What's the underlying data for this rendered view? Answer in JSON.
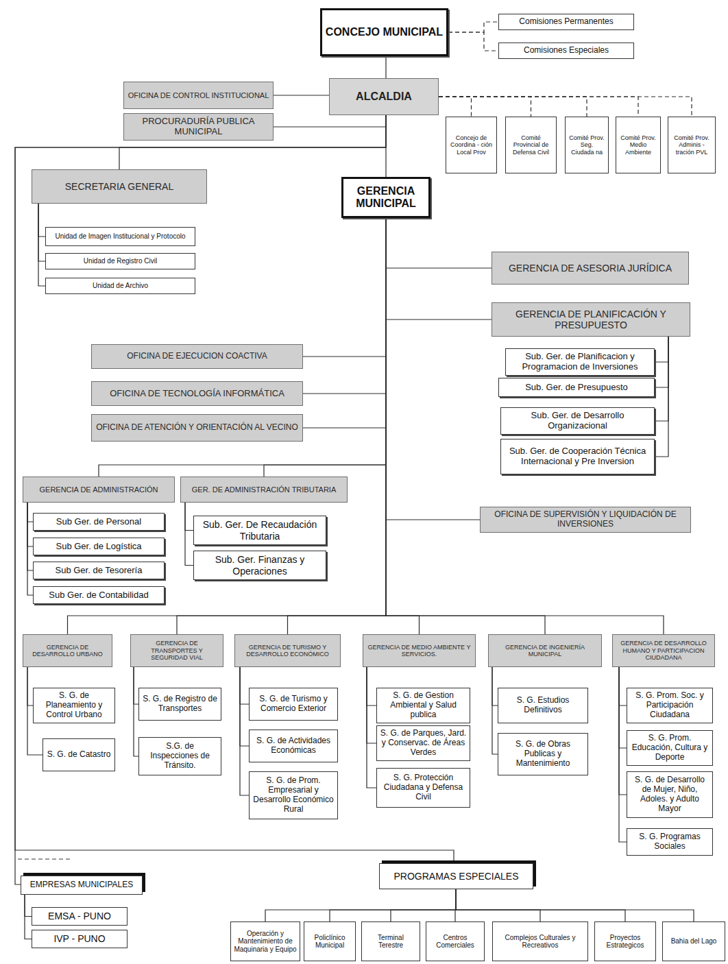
{
  "diagram": {
    "nodes": [
      {
        "text": [
          "CONCEJO MUNICIPAL"
        ]
      },
      {
        "text": [
          "Comisiones Permanentes"
        ]
      },
      {
        "text": [
          "Comisiones Especiales"
        ]
      },
      {
        "text": [
          "OFICINA DE CONTROL INSTITUCIONAL"
        ]
      },
      {
        "text": [
          "ALCALDIA"
        ]
      },
      {
        "text": [
          "PROCURADURÍA PUBLICA MUNICIPAL"
        ]
      },
      {
        "text": [
          "Concejo de Coordina - ción Local Prov"
        ]
      },
      {
        "text": [
          "Comité Provincial de Defensa Civil"
        ]
      },
      {
        "text": [
          "Comité Prov. Seg. Ciudada na"
        ]
      },
      {
        "text": [
          "Comité Prov. Medio Ambiente"
        ]
      },
      {
        "text": [
          "Comité Prov. Adminis - tración PVL"
        ]
      },
      {
        "text": [
          "SECRETARIA GENERAL"
        ]
      },
      {
        "text": [
          "GERENCIA MUNICIPAL"
        ]
      },
      {
        "text": [
          "Unidad de Imagen Institucional y Protocolo"
        ]
      },
      {
        "text": [
          "Unidad de Registro Civil"
        ]
      },
      {
        "text": [
          "Unidad de Archivo"
        ]
      },
      {
        "text": [
          "GERENCIA DE ASESORIA JURÍDICA"
        ]
      },
      {
        "text": [
          "GERENCIA DE PLANIFICACIÓN Y PRESUPUESTO"
        ]
      },
      {
        "text": [
          "OFICINA DE EJECUCION COACTIVA"
        ]
      },
      {
        "text": [
          "Sub. Ger. de Planificacion y Programacion de Inversiones"
        ]
      },
      {
        "text": [
          "OFICINA DE TECNOLOGÍA INFORMÁTICA"
        ]
      },
      {
        "text": [
          "Sub. Ger. de Presupuesto"
        ]
      },
      {
        "text": [
          "OFICINA DE ATENCIÓN Y ORIENTACIÓN AL VECINO"
        ]
      },
      {
        "text": [
          "Sub. Ger. de Desarrollo Organizacional"
        ]
      },
      {
        "text": [
          "Sub. Ger. de Cooperación Técnica Internacional y Pre Inversion"
        ]
      },
      {
        "text": [
          "GERENCIA DE ADMINISTRACIÓN"
        ]
      },
      {
        "text": [
          "GER. DE ADMINISTRACIÓN TRIBUTARIA"
        ]
      },
      {
        "text": [
          "OFICINA DE SUPERVISIÓN Y LIQUIDACIÓN DE INVERSIONES"
        ]
      },
      {
        "text": [
          "Sub Ger. de Personal"
        ]
      },
      {
        "text": [
          "Sub. Ger. De Recaudación Tributaria"
        ]
      },
      {
        "text": [
          "Sub Ger. de Logística"
        ]
      },
      {
        "text": [
          "Sub. Ger. Finanzas y Operaciones"
        ]
      },
      {
        "text": [
          "Sub Ger. de Tesorería"
        ]
      },
      {
        "text": [
          "Sub Ger. de Contabilidad"
        ]
      },
      {
        "text": [
          "GERENCIA DE DESARROLLO URBANO"
        ]
      },
      {
        "text": [
          "GERENCIA DE TRANSPORTES Y SEGURIDAD VIAL"
        ]
      },
      {
        "text": [
          "GERENCIA DE TURISMO Y DESARROLLO ECONÓMICO"
        ]
      },
      {
        "text": [
          "GERENCIA DE MEDIO AMBIENTE Y SERVICIOS."
        ]
      },
      {
        "text": [
          "GERENCIA DE INGENIERÍA MUNICIPAL"
        ]
      },
      {
        "text": [
          "GERENCIA DE DESARROLLO HUMANO Y PARTICIPACION CIUDADANA"
        ]
      },
      {
        "text": [
          "S. G. de Planeamiento y Control Urbano"
        ]
      },
      {
        "text": [
          "S. G. de Registro de Transportes"
        ]
      },
      {
        "text": [
          "S. G. de Turismo y Comercio Exterior"
        ]
      },
      {
        "text": [
          "S. G. de Gestion Ambiental y Salud publica"
        ]
      },
      {
        "text": [
          "S. G. Estudios Definitivos"
        ]
      },
      {
        "text": [
          "S. G. Prom. Soc. y Participación Ciudadana"
        ]
      },
      {
        "text": [
          "S. G. de Catastro"
        ]
      },
      {
        "text": [
          "S.G. de Inspecciones de Tránsito."
        ]
      },
      {
        "text": [
          "S. G. de Actividades Económicas"
        ]
      },
      {
        "text": [
          "S. G. de Parques, Jard. y Conservac. de Áreas Verdes"
        ]
      },
      {
        "text": [
          "S. G. de Obras Publicas y Mantenimiento"
        ]
      },
      {
        "text": [
          "S. G. Prom. Educación, Cultura y Deporte"
        ]
      },
      {
        "text": [
          "S. G. de Prom. Empresarial y Desarrollo Económico Rural"
        ]
      },
      {
        "text": [
          "S. G. Protección Ciudadana y Defensa Civil"
        ]
      },
      {
        "text": [
          "S. G. de Desarrollo de Mujer, Niño, Adoles. y Adulto Mayor"
        ]
      },
      {
        "text": [
          "S. G. Programas Sociales"
        ]
      },
      {
        "text": [
          "EMPRESAS MUNICIPALES"
        ]
      },
      {
        "text": [
          "PROGRAMAS ESPECIALES"
        ]
      },
      {
        "text": [
          "EMSA - PUNO"
        ]
      },
      {
        "text": [
          "IVP - PUNO"
        ]
      },
      {
        "text": [
          "Operación y Mantenimiento de Maquinaria y Equipo"
        ]
      },
      {
        "text": [
          "Policlínico Municipal"
        ]
      },
      {
        "text": [
          "Terminal Terestre"
        ]
      },
      {
        "text": [
          "Centros Comerciales"
        ]
      },
      {
        "text": [
          "Complejos Culturales y Recreativos"
        ]
      },
      {
        "text": [
          "Proyectos Estrategicos"
        ]
      },
      {
        "text": [
          "Bahia del Lago"
        ]
      }
    ],
    "edges": [
      {
        "from": 0,
        "to": 4,
        "arrow": "none"
      },
      {
        "from": 0,
        "to": 1,
        "arrow": "none"
      },
      {
        "from": 0,
        "to": 2,
        "arrow": "none"
      },
      {
        "from": 4,
        "to": 3,
        "arrow": "none"
      },
      {
        "from": 4,
        "to": 5,
        "arrow": "none"
      },
      {
        "from": 4,
        "to": 6,
        "arrow": "none"
      },
      {
        "from": 4,
        "to": 7,
        "arrow": "none"
      },
      {
        "from": 4,
        "to": 8,
        "arrow": "none"
      },
      {
        "from": 4,
        "to": 9,
        "arrow": "none"
      },
      {
        "from": 4,
        "to": 10,
        "arrow": "none"
      },
      {
        "from": 4,
        "to": 11,
        "arrow": "none"
      },
      {
        "from": 11,
        "to": 13,
        "arrow": "none"
      },
      {
        "from": 11,
        "to": 14,
        "arrow": "none"
      },
      {
        "from": 11,
        "to": 15,
        "arrow": "none"
      },
      {
        "from": 4,
        "to": 12,
        "arrow": "none"
      },
      {
        "from": 12,
        "to": 16,
        "arrow": "none"
      },
      {
        "from": 12,
        "to": 17,
        "arrow": "none"
      },
      {
        "from": 17,
        "to": 19,
        "arrow": "none"
      },
      {
        "from": 17,
        "to": 21,
        "arrow": "none"
      },
      {
        "from": 17,
        "to": 23,
        "arrow": "none"
      },
      {
        "from": 17,
        "to": 24,
        "arrow": "none"
      },
      {
        "from": 12,
        "to": 18,
        "arrow": "none"
      },
      {
        "from": 12,
        "to": 20,
        "arrow": "none"
      },
      {
        "from": 12,
        "to": 22,
        "arrow": "none"
      },
      {
        "from": 12,
        "to": 25,
        "arrow": "none"
      },
      {
        "from": 12,
        "to": 26,
        "arrow": "none"
      },
      {
        "from": 25,
        "to": 28,
        "arrow": "none"
      },
      {
        "from": 25,
        "to": 30,
        "arrow": "none"
      },
      {
        "from": 25,
        "to": 32,
        "arrow": "none"
      },
      {
        "from": 25,
        "to": 33,
        "arrow": "none"
      },
      {
        "from": 26,
        "to": 29,
        "arrow": "none"
      },
      {
        "from": 26,
        "to": 31,
        "arrow": "none"
      },
      {
        "from": 12,
        "to": 27,
        "arrow": "none"
      },
      {
        "from": 12,
        "to": 34,
        "arrow": "none"
      },
      {
        "from": 12,
        "to": 35,
        "arrow": "none"
      },
      {
        "from": 12,
        "to": 36,
        "arrow": "none"
      },
      {
        "from": 12,
        "to": 37,
        "arrow": "none"
      },
      {
        "from": 12,
        "to": 38,
        "arrow": "none"
      },
      {
        "from": 12,
        "to": 39,
        "arrow": "none"
      },
      {
        "from": 34,
        "to": 40,
        "arrow": "none"
      },
      {
        "from": 34,
        "to": 46,
        "arrow": "none"
      },
      {
        "from": 35,
        "to": 41,
        "arrow": "none"
      },
      {
        "from": 35,
        "to": 47,
        "arrow": "none"
      },
      {
        "from": 36,
        "to": 42,
        "arrow": "none"
      },
      {
        "from": 36,
        "to": 48,
        "arrow": "none"
      },
      {
        "from": 36,
        "to": 52,
        "arrow": "none"
      },
      {
        "from": 37,
        "to": 43,
        "arrow": "none"
      },
      {
        "from": 37,
        "to": 49,
        "arrow": "none"
      },
      {
        "from": 37,
        "to": 53,
        "arrow": "none"
      },
      {
        "from": 38,
        "to": 44,
        "arrow": "none"
      },
      {
        "from": 38,
        "to": 50,
        "arrow": "none"
      },
      {
        "from": 39,
        "to": 45,
        "arrow": "none"
      },
      {
        "from": 39,
        "to": 51,
        "arrow": "none"
      },
      {
        "from": 39,
        "to": 54,
        "arrow": "none"
      },
      {
        "from": 39,
        "to": 55,
        "arrow": "none"
      },
      {
        "from": 4,
        "to": 56,
        "arrow": "none"
      },
      {
        "from": 56,
        "to": 58,
        "arrow": "none"
      },
      {
        "from": 56,
        "to": 59,
        "arrow": "none"
      },
      {
        "from": 4,
        "to": 57,
        "arrow": "none"
      },
      {
        "from": 57,
        "to": 60,
        "arrow": "none"
      },
      {
        "from": 57,
        "to": 61,
        "arrow": "none"
      },
      {
        "from": 57,
        "to": 62,
        "arrow": "none"
      },
      {
        "from": 57,
        "to": 63,
        "arrow": "none"
      },
      {
        "from": 57,
        "to": 64,
        "arrow": "none"
      },
      {
        "from": 57,
        "to": 65,
        "arrow": "none"
      },
      {
        "from": 57,
        "to": 66,
        "arrow": "none"
      }
    ]
  }
}
